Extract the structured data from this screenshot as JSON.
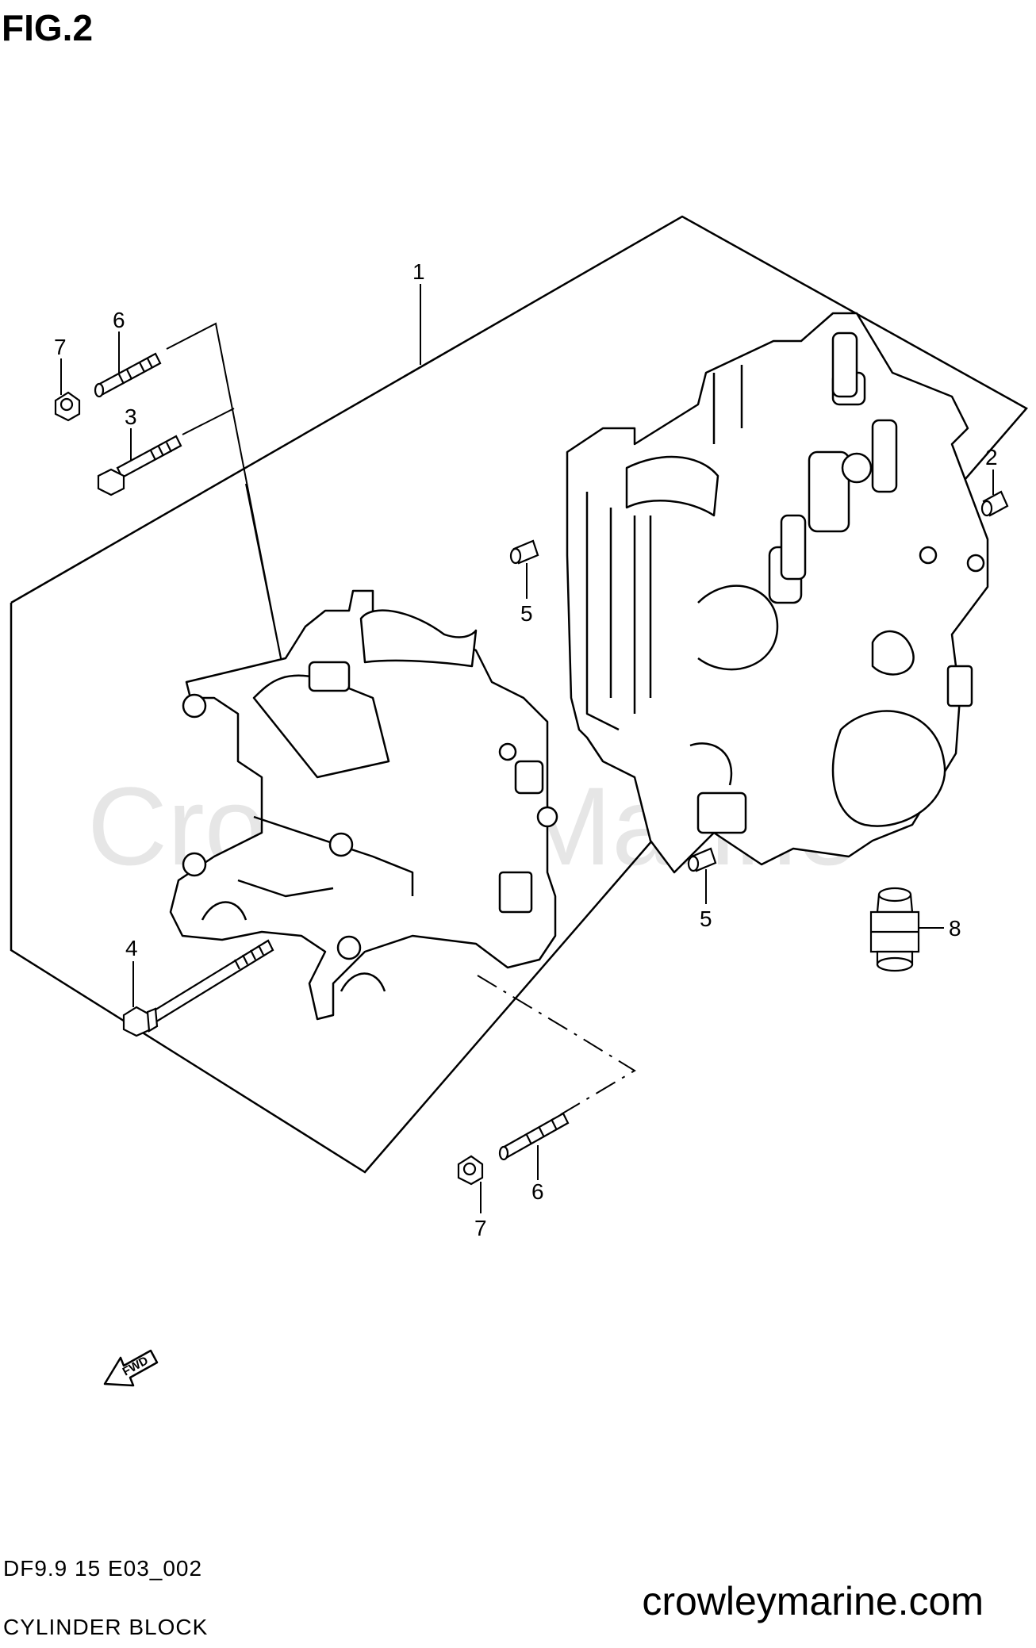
{
  "figure": {
    "title": "FIG.2",
    "diagram_code": "DF9.9 15 E03_002",
    "caption": "CYLINDER BLOCK",
    "website": "crowleymarine.com",
    "watermark": "Crowley Marine",
    "fwd_label": "FWD"
  },
  "callouts": [
    {
      "id": "c1",
      "label": "1"
    },
    {
      "id": "c2",
      "label": "2"
    },
    {
      "id": "c3",
      "label": "3"
    },
    {
      "id": "c4",
      "label": "4"
    },
    {
      "id": "c5a",
      "label": "5"
    },
    {
      "id": "c5b",
      "label": "5"
    },
    {
      "id": "c6a",
      "label": "6"
    },
    {
      "id": "c6b",
      "label": "6"
    },
    {
      "id": "c7a",
      "label": "7"
    },
    {
      "id": "c7b",
      "label": "7"
    },
    {
      "id": "c8",
      "label": "8"
    }
  ],
  "colors": {
    "line": "#000000",
    "watermark": "#e6e6e6",
    "background": "#ffffff"
  }
}
